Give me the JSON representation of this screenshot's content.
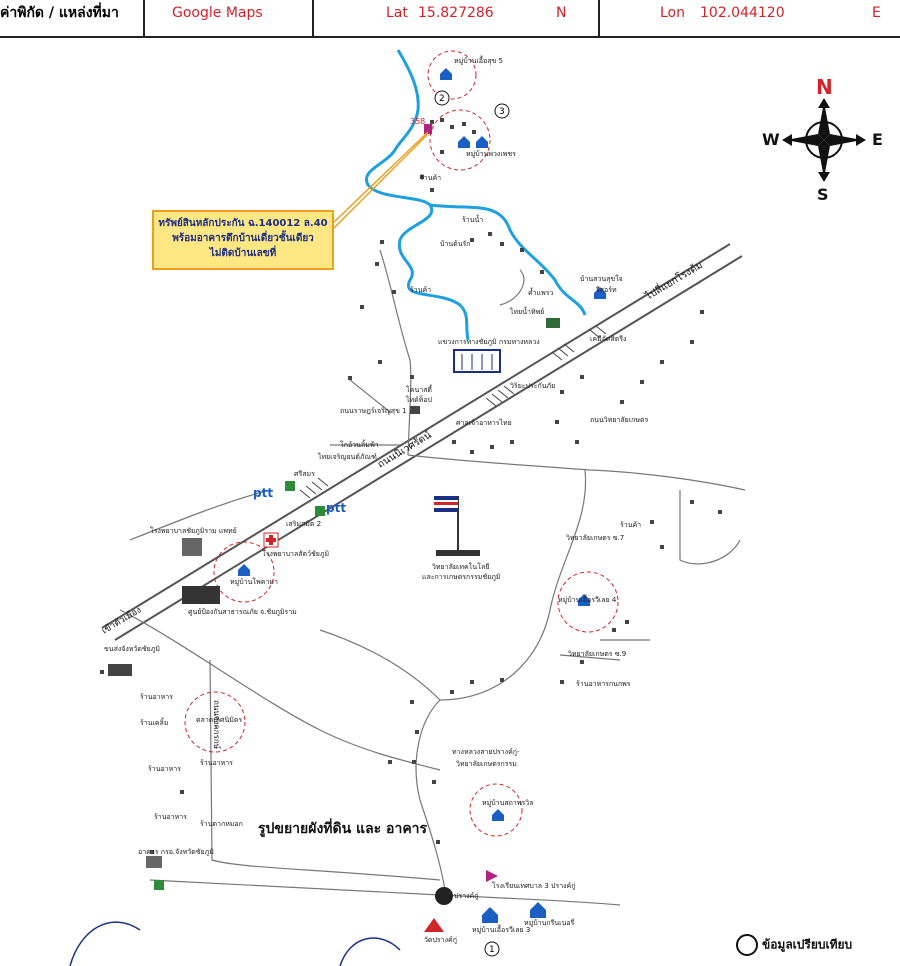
{
  "header": {
    "coord_label": "ค่าพิกัด / แหล่งที่มา",
    "source": "Google Maps",
    "lat_label": "Lat",
    "lat_value": "15.827286",
    "lat_dir": "N",
    "lon_label": "Lon",
    "lon_value": "102.044120",
    "lon_dir": "E"
  },
  "compass": {
    "n": "N",
    "s": "S",
    "e": "E",
    "w": "W",
    "north_color": "#d0242b"
  },
  "callout": {
    "line1": "ทรัพย์สินหลักประกัน ฉ.140012 ล.40",
    "line2": "พร้อมอาคารตึกบ้านเดี่ยวชั้นเดียว",
    "line3": "ไม่ติดบ้านเลขที่"
  },
  "plan_title": "รูปขยายผังที่ดิน และ อาคาร",
  "legend": "ข้อมูลเปรียบเทียบ",
  "markers": {
    "m2": "2",
    "m3": "3",
    "m1": "1",
    "site": "358"
  },
  "labels": {
    "v5": "หมู่บ้านเอื้อสุข 5",
    "phuang": "หมู่บ้านพวงเพชร",
    "shop1": "ร้านค้า",
    "shop2": "ร้านค้า",
    "shop3": "ร้านค้า",
    "pumpwater": "ร้านน้ำ",
    "tonrak": "บ้านต้นรัก",
    "khaosaoi": "บ้านสวนสุขใจ",
    "resort": "รีสอร์ท",
    "kham": "ค้ำแพรว",
    "thaiwater": "ไทยน้ำทิพย์",
    "highway_dept": "แขวงการทางชัยภูมิ กรมทางหลวง",
    "to_junction": "ไปสี่แยกโรงต้ม",
    "market_left": "เคมีอัดสิตรีง",
    "khonkaen": "โคนาสตี้",
    "thaihotop": "ไทด์ท็อป",
    "road1": "ถนนราษฎร์เจริญสุข 1",
    "nivet": "ถนนนิเวศรัตน์",
    "insurance": "วิริยะประกันภัย",
    "food_thai": "ศาลเจ้าอาหารไทย",
    "koh": "โกอ้วนลิ้มฟ้า",
    "thaicharoen": "ไทยเจริญยนต์ภัณฑ์",
    "sriamorn": "ศรีสมร",
    "road_college": "ถนนวิทยาลัยเกษตร",
    "hospital_vet": "โรงพยาบาลสัตว์ชัยภูมิ",
    "hospital": "โรงพยาบาลชัยภูมิราม แพทย์",
    "school_office": "เสริมสมิต 2",
    "vil_phokha": "หมู่บ้านโพคามา",
    "center": "ศูนย์ป้องกันสาธารณภัย จ.ชัยภูมิราม",
    "to_city": "เข้าตัวเมือง",
    "college": "วิทยาลัยเทคโนโลยี",
    "college2": "และการเกษตรกรรมชัยภูมิ",
    "kaset7": "วิทยาลัยเกษตร ซ.7",
    "vil_ruenruedee4": "หมู่บ้านเอื้อรวีเลย 4",
    "kaset9": "วิทยาลัยเกษตร ซ.9",
    "food_kon": "ร้านอาหารกนกพร",
    "shop_right": "ร้านค้า",
    "bus": "ขนส่งจังหวัดชัยภูมิ",
    "food1": "ร้านอาหาร",
    "shop_cold": "ร้านเคลิ้ม",
    "market": "ตลาดเลิศนิมิตร",
    "food2": "ร้านอาหาร",
    "food3": "ร้านอาหาร",
    "food4": "ร้านอาหาร",
    "nong": "ร้านตากหมอก",
    "road_ks": "ถนนจงคกรกษ์",
    "highway_link": "ทางหลวงสายปรางค์กู่-",
    "highway_link2": "วิทยาลัยเกษตรกรรม",
    "vil_sathaphorn": "หมู่บ้านสถาพรวิล",
    "bank": "อาคาร กรอ.จังหวัดชัยภูมิ",
    "school3": "โรงเรียนเทศบาล 3 ปรางค์กู่",
    "prangku": "ปรางค์กู่",
    "vil_ruen3": "หมู่บ้านเอื้อรวีเลย 3",
    "vil_green": "หมู่บ้านกรีนเนอรี่",
    "temple": "วัดปรางค์กู่",
    "ptt1": "ptt",
    "ptt2": "ptt"
  },
  "colors": {
    "river": "#1ea0e0",
    "road": "#555555",
    "accent": "#d0242b",
    "callout_bg": "#ffe883"
  }
}
